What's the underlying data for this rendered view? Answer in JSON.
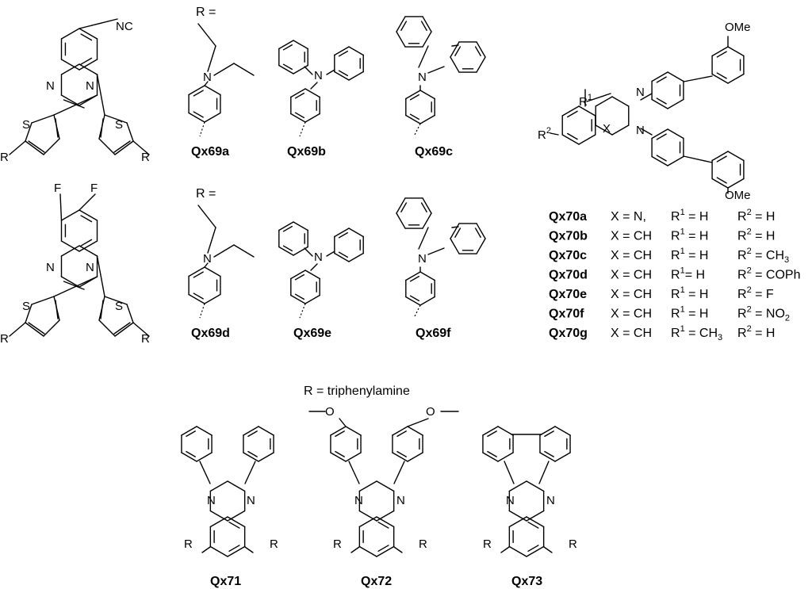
{
  "atoms": {
    "N": "N",
    "S": "S",
    "R": "R",
    "F": "F",
    "X": "X",
    "NC": "NC",
    "OMe": "OMe",
    "O": "O",
    "R1": "R",
    "R2": "R",
    "one": "1",
    "two": "2"
  },
  "r_equals": "R =",
  "r_triphenylamine": "R = triphenylamine",
  "compounds": {
    "qx69a": "Qx69a",
    "qx69b": "Qx69b",
    "qx69c": "Qx69c",
    "qx69d": "Qx69d",
    "qx69e": "Qx69e",
    "qx69f": "Qx69f",
    "qx71": "Qx71",
    "qx72": "Qx72",
    "qx73": "Qx73"
  },
  "qx70_table": [
    {
      "label": "Qx70a",
      "x": "X = N,",
      "r1": "R",
      "r1sup": "1",
      "r1val": " = H",
      "r2": "R",
      "r2sup": "2",
      "r2val": " = H",
      "r2sub": ""
    },
    {
      "label": "Qx70b",
      "x": "X = CH",
      "r1": "R",
      "r1sup": "1",
      "r1val": " = H",
      "r2": "R",
      "r2sup": "2",
      "r2val": " = H",
      "r2sub": ""
    },
    {
      "label": "Qx70c",
      "x": "X = CH",
      "r1": "R",
      "r1sup": "1",
      "r1val": " = H",
      "r2": "R",
      "r2sup": "2",
      "r2val": " = CH",
      "r2sub": "3"
    },
    {
      "label": "Qx70d",
      "x": "X = CH",
      "r1": "R",
      "r1sup": "1",
      "r1val": "= H",
      "r2": "R",
      "r2sup": "2",
      "r2val": " = COPh",
      "r2sub": ""
    },
    {
      "label": "Qx70e",
      "x": "X = CH",
      "r1": "R",
      "r1sup": "1",
      "r1val": " = H",
      "r2": "R",
      "r2sup": "2",
      "r2val": " = F",
      "r2sub": ""
    },
    {
      "label": "Qx70f",
      "x": "X = CH",
      "r1": "R",
      "r1sup": "1",
      "r1val": " = H",
      "r2": "R",
      "r2sup": "2",
      "r2val": " = NO",
      "r2sub": "2"
    },
    {
      "label": "Qx70g",
      "x": "X = CH",
      "r1": "R",
      "r1sup": "1",
      "r1val": " = CH",
      "r1sub": "3",
      "r2": "R",
      "r2sup": "2",
      "r2val": " = H",
      "r2sub": ""
    }
  ]
}
